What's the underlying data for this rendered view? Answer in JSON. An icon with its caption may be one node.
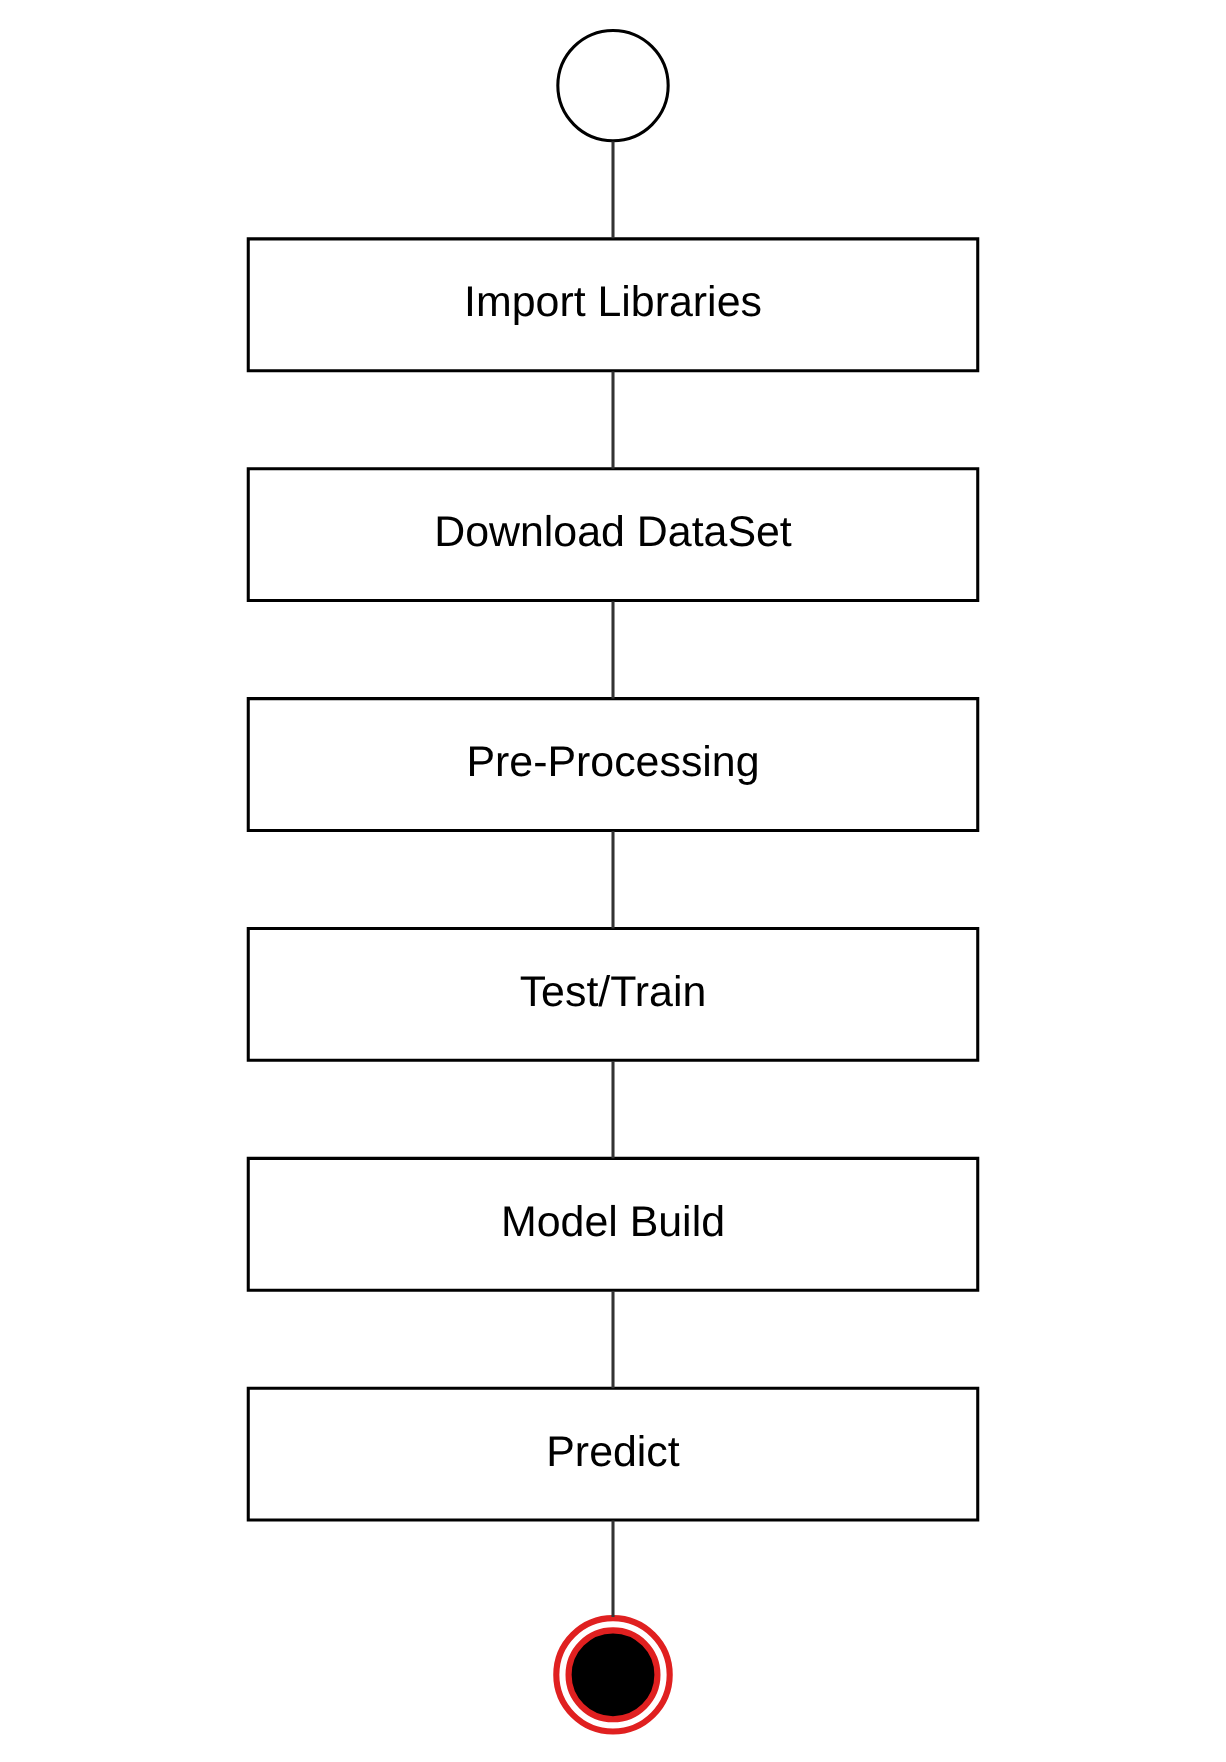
{
  "diagram": {
    "nodes": [
      {
        "text": [],
        "shape": "circle"
      },
      {
        "text": [
          "Import Libraries"
        ]
      },
      {
        "text": [
          "Download DataSet"
        ]
      },
      {
        "text": [
          "Pre-Processing"
        ]
      },
      {
        "text": [
          "Test/Train"
        ]
      },
      {
        "text": [
          "Model Build"
        ]
      },
      {
        "text": [
          "Predict"
        ]
      },
      {
        "text": [],
        "shape": "circle"
      }
    ],
    "edges": [
      {
        "from": 0,
        "to": 1,
        "arrow": "none"
      },
      {
        "from": 1,
        "to": 2,
        "arrow": "none"
      },
      {
        "from": 2,
        "to": 3,
        "arrow": "none"
      },
      {
        "from": 3,
        "to": 4,
        "arrow": "none"
      },
      {
        "from": 4,
        "to": 5,
        "arrow": "none"
      },
      {
        "from": 5,
        "to": 6,
        "arrow": "none"
      },
      {
        "from": 6,
        "to": 7,
        "arrow": "none"
      }
    ]
  }
}
